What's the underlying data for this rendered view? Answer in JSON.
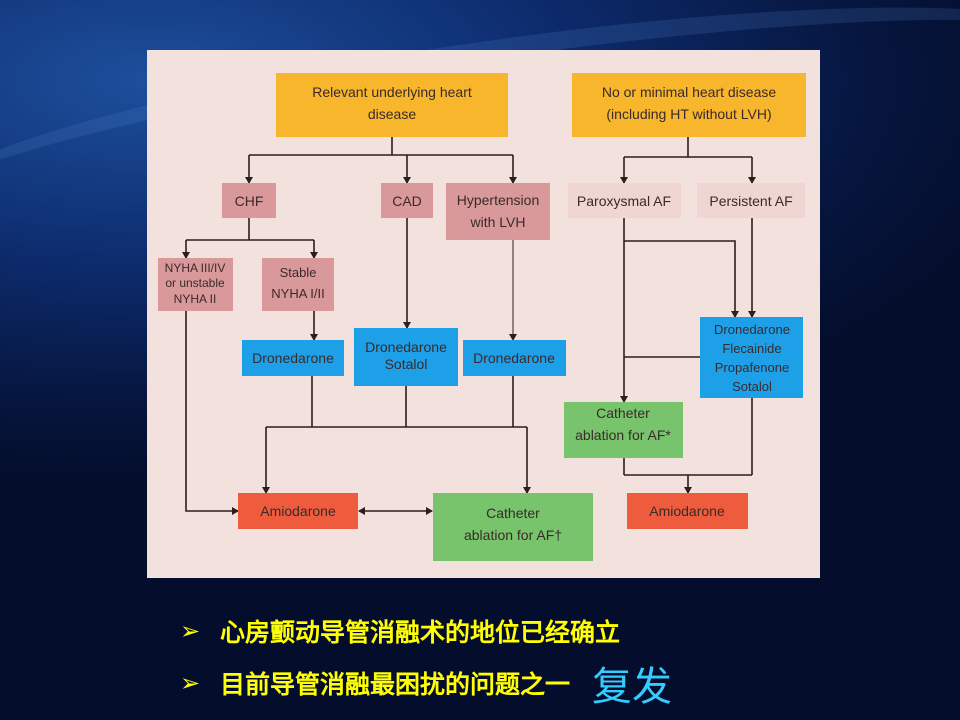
{
  "colors": {
    "panel": "#f3e1de",
    "yellow": "#f8b62c",
    "pink": "#d9999a",
    "blue": "#1ea0e8",
    "green": "#78c46c",
    "red": "#ee5b3d",
    "line": "#2a1e1e"
  },
  "diagram": {
    "relevant": [
      "Relevant underlying heart",
      "disease"
    ],
    "minimal": [
      "No or minimal heart disease",
      "(including HT without LVH)"
    ],
    "chf": "CHF",
    "cad": "CAD",
    "hypertension": [
      "Hypertension",
      "with LVH"
    ],
    "paroxysmal": "Paroxysmal AF",
    "persistent": "Persistent AF",
    "nyha34": [
      "NYHA III/IV",
      "or unstable",
      "NYHA II"
    ],
    "stable": [
      "Stable",
      "NYHA I/II"
    ],
    "dron1": "Dronedarone",
    "dron_sotalol": [
      "Dronedarone",
      "Sotalol"
    ],
    "dron3": "Dronedarone",
    "right_drugs": [
      "Dronedarone",
      "Flecainide",
      "Propafenone",
      "Sotalol"
    ],
    "catheter_right": [
      "Catheter",
      "ablation for AF*"
    ],
    "amio_left": "Amiodarone",
    "catheter_left": [
      "Catheter",
      "ablation for AF†"
    ],
    "amio_right": "Amiodarone"
  },
  "bullets": [
    {
      "marker": "➢",
      "text": "心房颤动导管消融术的地位已经确立"
    },
    {
      "marker": "➢",
      "text": "目前导管消融最困扰的问题之一",
      "emphasis": "复发"
    }
  ]
}
